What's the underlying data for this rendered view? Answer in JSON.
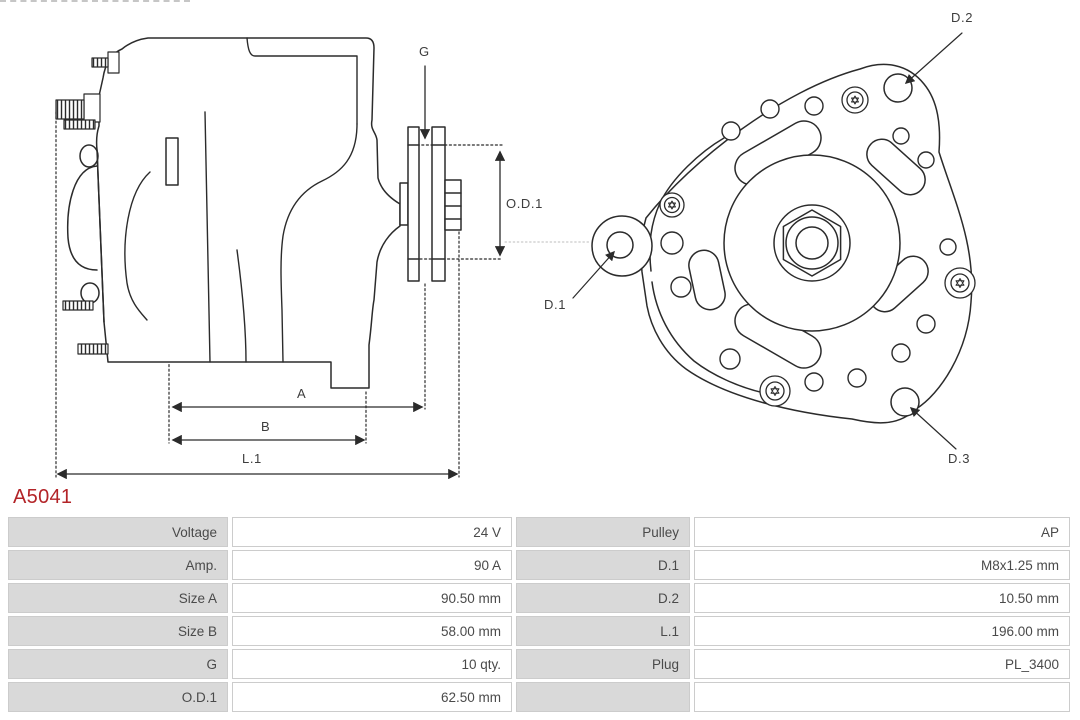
{
  "part_number": "A5041",
  "colors": {
    "part_number_red": "#b32428",
    "line_art": "#2b2b2b",
    "table_label_bg": "#d9d9d9",
    "table_border": "#cccccc"
  },
  "diagram": {
    "side_view_labels": {
      "g": "G",
      "od1": "O.D.1",
      "a": "A",
      "b": "B",
      "l1": "L.1"
    },
    "front_view_labels": {
      "d1": "D.1",
      "d2": "D.2",
      "d3": "D.3"
    }
  },
  "specs": {
    "rows": [
      [
        "Voltage",
        "24 V",
        "Pulley",
        "AP"
      ],
      [
        "Amp.",
        "90 A",
        "D.1",
        "M8x1.25 mm"
      ],
      [
        "Size A",
        "90.50 mm",
        "D.2",
        "10.50 mm"
      ],
      [
        "Size B",
        "58.00 mm",
        "L.1",
        "196.00 mm"
      ],
      [
        "G",
        "10 qty.",
        "Plug",
        "PL_3400"
      ],
      [
        "O.D.1",
        "62.50 mm",
        "",
        ""
      ]
    ]
  }
}
